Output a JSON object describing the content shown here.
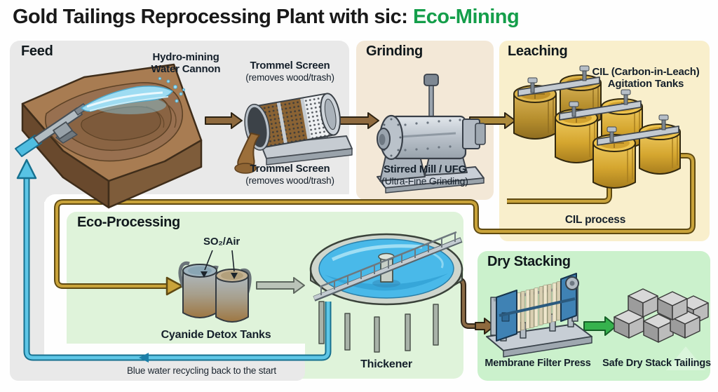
{
  "title": {
    "prefix": "Gold Tailings Reprocessing Plant with sic: ",
    "highlight": "Eco-Mining"
  },
  "sections": {
    "feed": {
      "heading": "Feed",
      "hydro_line1": "Hydro-mining",
      "hydro_line2": "Water Cannon",
      "trommel_title": "Trommel Screen",
      "trommel_sub": "(removes wood/trash)"
    },
    "grinding": {
      "heading": "Grinding",
      "mill_title": "Stirred Mill / UFG",
      "mill_sub": "(Ultra-Fine Grinding)"
    },
    "leaching": {
      "heading": "Leaching",
      "tanks_line1": "CIL (Carbon-in-Leach)",
      "tanks_line2": "Agitation Tanks",
      "process_label": "CIL process"
    },
    "eco": {
      "heading": "Eco-Processing",
      "so2_label": "SO₂/Air",
      "detox_label": "Cyanide Detox Tanks",
      "thickener_label": "Thickener"
    },
    "dry": {
      "heading": "Dry Stacking",
      "press_label": "Membrane Filter Press",
      "stack_label": "Safe Dry Stack Tailings"
    }
  },
  "footer": {
    "recycle_label": "Blue water recycling back to the start"
  },
  "colors": {
    "title_highlight": "#149e4a",
    "feed_box": "#e9e9e9",
    "grinding_box": "#f3e8d7",
    "leaching_box": "#f9efcc",
    "eco_box": "#dff3da",
    "dry_box": "#cbf1cc",
    "pipe_gold": "#c9a33a",
    "pipe_blue": "#5ec6e6",
    "pipe_brown": "#8a6a45",
    "arrow_brown": "#8f6a3e",
    "arrow_gray": "#bac3b8",
    "arrow_green": "#36b24d",
    "water_blue": "#49b9e9",
    "tank_gold": "#d5a62f"
  }
}
